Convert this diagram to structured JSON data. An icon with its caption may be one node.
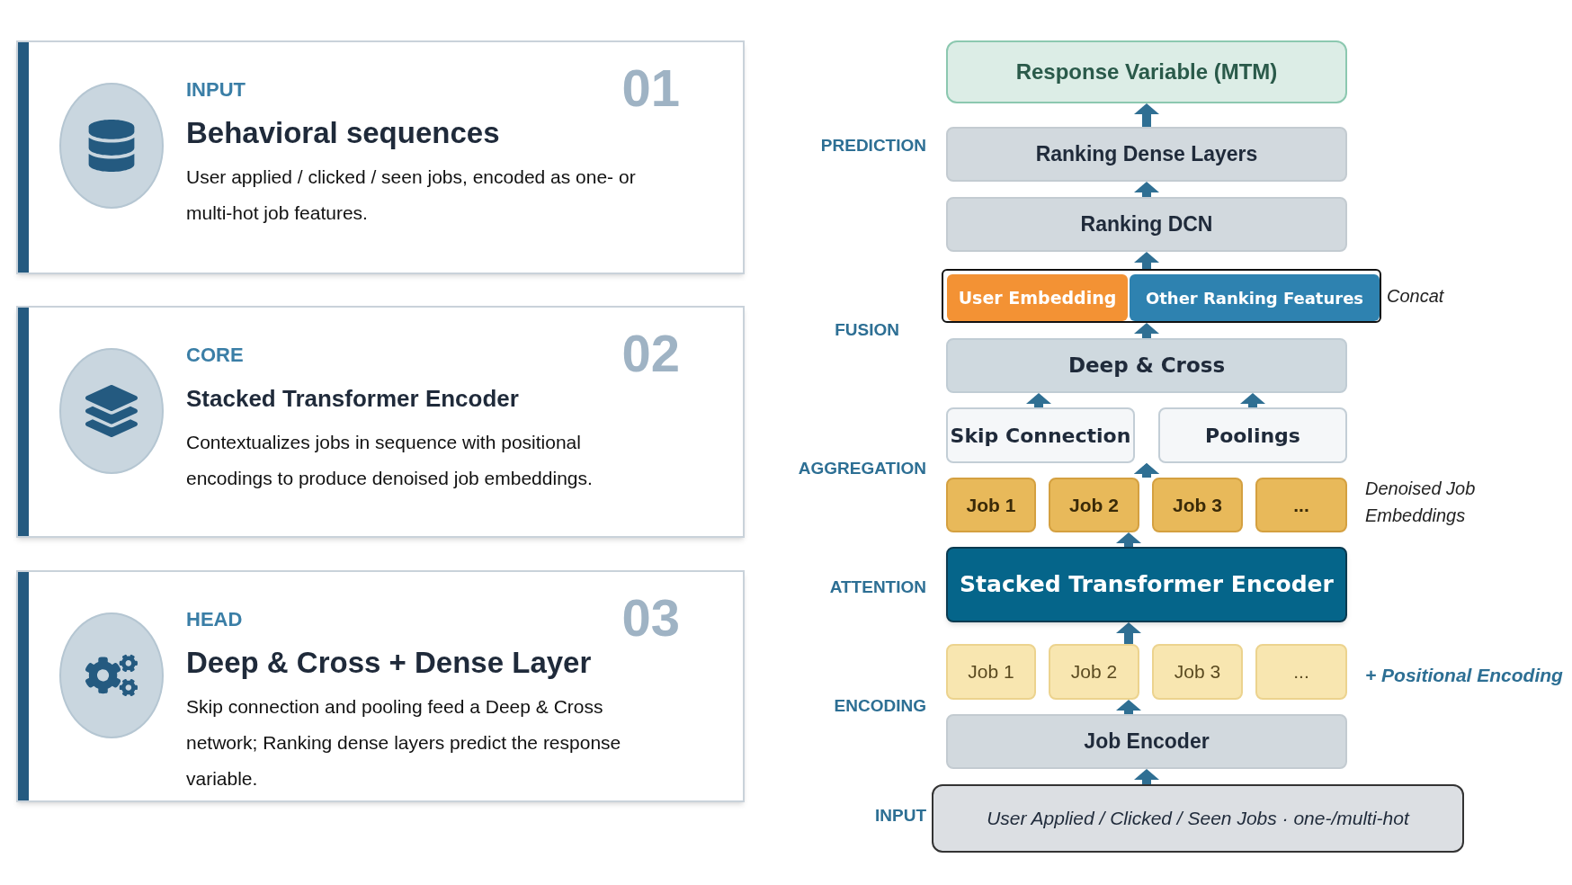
{
  "diagram": {
    "nodes": [
      {
        "text": [
          "INPUT",
          "01",
          "Behavioral sequences",
          "User applied / clicked / seen jobs, encoded as one- or multi-hot job features."
        ]
      },
      {
        "text": [
          "CORE",
          "02",
          "Stacked Transformer Encoder",
          "Contextualizes jobs in sequence with positional encodings to produce denoised job embeddings."
        ]
      },
      {
        "text": [
          "HEAD",
          "03",
          "Deep & Cross + Dense Layer",
          "Skip connection and pooling feed a Deep & Cross network; Ranking dense layers predict the response variable."
        ]
      },
      {
        "text": [
          "Response Variable  (MTM)"
        ]
      },
      {
        "text": [
          "Ranking Dense Layers"
        ]
      },
      {
        "text": [
          "Ranking DCN"
        ]
      },
      {
        "text": [],
        "shape": "box",
        "beside": [
          "Concat"
        ]
      },
      {
        "text": [
          "User Embedding"
        ],
        "in": 6
      },
      {
        "text": [
          "Other Ranking Features"
        ],
        "in": 6
      },
      {
        "text": [
          "Deep & Cross"
        ]
      },
      {
        "text": [
          "Skip Connection"
        ]
      },
      {
        "text": [
          "Poolings"
        ]
      },
      {
        "text": [
          "Job 1"
        ]
      },
      {
        "text": [
          "Job 2"
        ]
      },
      {
        "text": [
          "Job 3"
        ]
      },
      {
        "text": [
          "..."
        ]
      },
      {
        "text": [
          "Stacked Transformer Encoder"
        ]
      },
      {
        "text": [
          "Job 1"
        ]
      },
      {
        "text": [
          "Job 2"
        ]
      },
      {
        "text": [
          "Job 3"
        ]
      },
      {
        "text": [
          "..."
        ]
      },
      {
        "text": [
          "Job Encoder"
        ]
      },
      {
        "text": [
          "User Applied / Clicked / Seen Jobs  ·  one-/multi-hot"
        ]
      }
    ],
    "edges": [
      {
        "from": 22,
        "to": 21,
        "arrow": "to"
      },
      {
        "from": 21,
        "to": 18,
        "arrow": "to"
      },
      {
        "from": 18,
        "to": 16,
        "arrow": "to"
      },
      {
        "from": 16,
        "to": 13,
        "arrow": "to"
      },
      {
        "from": 13,
        "to": 10,
        "arrow": "to"
      },
      {
        "from": 13,
        "to": 11,
        "arrow": "to"
      },
      {
        "from": 10,
        "to": 9,
        "arrow": "to"
      },
      {
        "from": 11,
        "to": 9,
        "arrow": "to"
      },
      {
        "from": 9,
        "to": 6,
        "arrow": "to"
      },
      {
        "from": 6,
        "to": 5,
        "arrow": "to"
      },
      {
        "from": 5,
        "to": 4,
        "arrow": "to"
      },
      {
        "from": 4,
        "to": 3,
        "arrow": "to"
      }
    ],
    "labels": [
      "PREDICTION",
      "FUSION",
      "AGGREGATION",
      "Denoised Job Embeddings",
      "ATTENTION",
      "+ Positional Encoding",
      "ENCODING",
      "INPUT"
    ]
  }
}
